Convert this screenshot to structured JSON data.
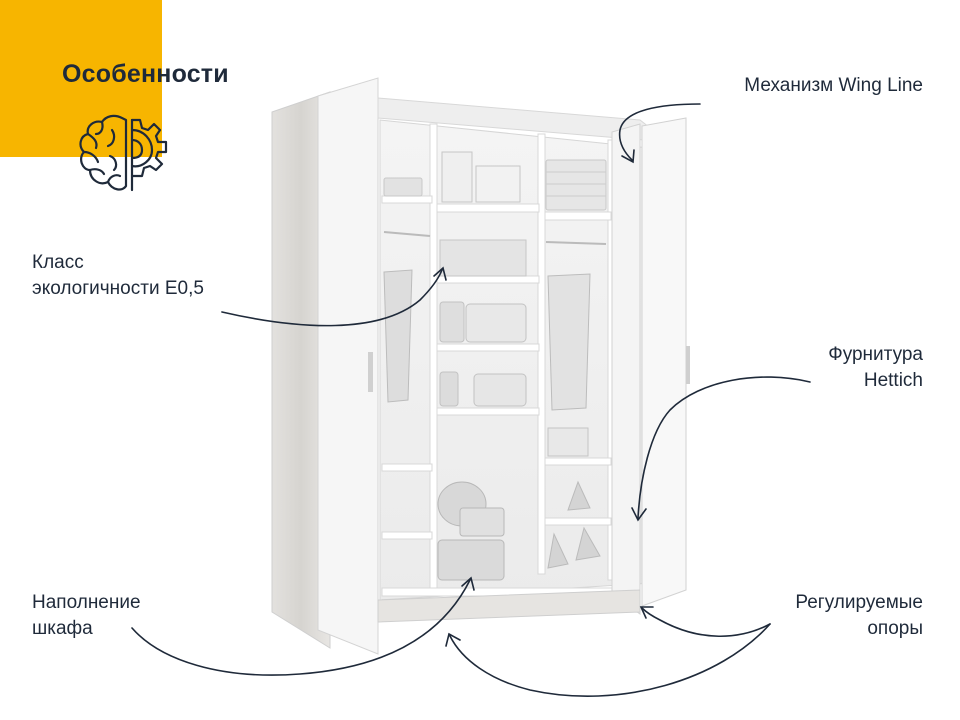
{
  "title": "Особенности",
  "features": {
    "eco_class": [
      "Класс",
      "экологичности E0,5"
    ],
    "wing_line": [
      "Механизм Wing Line"
    ],
    "hettich": [
      "Фурнитура",
      "Hettich"
    ],
    "filling": [
      "Наполнение",
      "шкафа"
    ],
    "supports": [
      "Регулируемые",
      "опоры"
    ]
  },
  "colors": {
    "accent": "#f7b500",
    "text": "#1f2a3a",
    "line": "#1f2a3a"
  },
  "icons": {
    "logo": "brain-gear-icon"
  }
}
